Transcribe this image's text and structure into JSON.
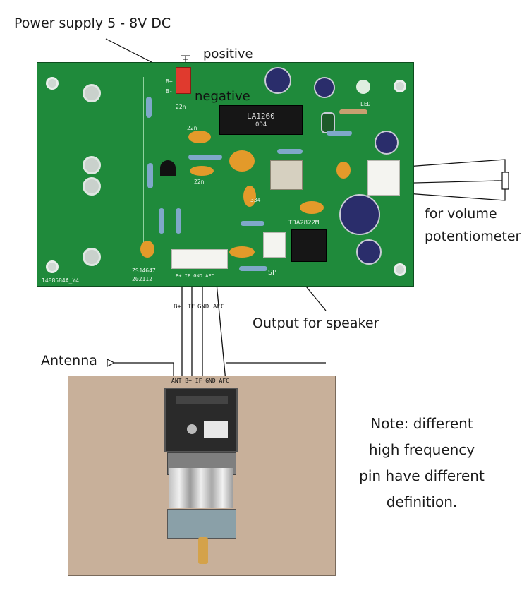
{
  "labels": {
    "power_supply": "Power supply 5 - 8V DC",
    "positive": "positive",
    "negative": "negative",
    "volume_line1": "for volume",
    "volume_line2": "potentiometer",
    "speaker_output": "Output for speaker",
    "antenna": "Antenna"
  },
  "note": {
    "lines": [
      "Note: different",
      "high frequency",
      "pin have different",
      "definition."
    ]
  },
  "pcb_markings": {
    "main_ic": "LA1260",
    "main_ic_sub": "0D4",
    "amp_ic": "TDA2822M",
    "board_code": "ZSJ4647",
    "board_date": "202112",
    "board_id": "1488584A_Y4",
    "speaker_port": "SP",
    "connector_pins": "B+  IF GND AFC",
    "b_plus": "B+",
    "b_minus": "B-",
    "led_label": "LED",
    "cap_22n_a": "22n",
    "cap_22n_b": "22n",
    "cap_22n_c": "22n",
    "c_334": "334"
  },
  "pin_labels": {
    "upper": [
      "B+",
      "IF",
      "GND",
      "AFC"
    ],
    "lower": [
      "ANT",
      "B+",
      "IF",
      "GND",
      "AFC"
    ]
  },
  "colors": {
    "pcb_green": "#1f8a3b",
    "power_connector": "#e03a2e",
    "photo_background": "#c8b09a"
  }
}
